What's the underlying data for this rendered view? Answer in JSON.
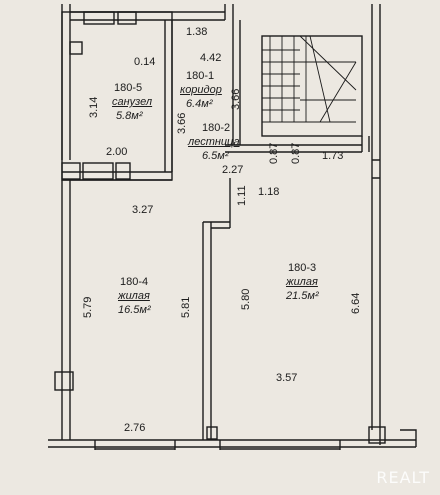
{
  "rooms": {
    "r1": {
      "id": "180-1",
      "name": "коридор",
      "area": "6.4м²"
    },
    "r2": {
      "id": "180-2",
      "name": "лестница",
      "area": "6.5м²"
    },
    "r3": {
      "id": "180-3",
      "name": "жилая",
      "area": "21.5м²"
    },
    "r4": {
      "id": "180-4",
      "name": "жилая",
      "area": "16.5м²"
    },
    "r5": {
      "id": "180-5",
      "name": "санузел",
      "area": "5.8м²"
    }
  },
  "dimensions": {
    "d138": "1.38",
    "d442": "4.42",
    "d014": "0.14",
    "d314": "3.14",
    "d366a": "3.66",
    "d366b": "3.66",
    "d200": "2.00",
    "d087a": "0.87",
    "d087b": "0.87",
    "d173": "1.73",
    "d227": "2.27",
    "d118": "1.18",
    "d111": "1.11",
    "d327": "3.27",
    "d579": "5.79",
    "d581": "5.81",
    "d580": "5.80",
    "d664": "6.64",
    "d357": "3.57",
    "d276": "2.76"
  },
  "watermark": "REALT",
  "colors": {
    "paper": "#ece8e1",
    "ink": "#1c1c1c"
  }
}
